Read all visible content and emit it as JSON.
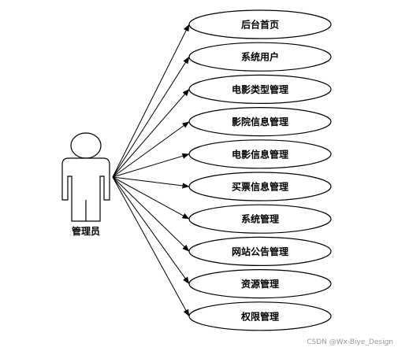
{
  "actor": {
    "label": "管理员"
  },
  "use_cases": [
    "后台首页",
    "系统用户",
    "电影类型管理",
    "影院信息管理",
    "电影信息管理",
    "买票信息管理",
    "系统管理",
    "网站公告管理",
    "资源管理",
    "权限管理"
  ],
  "watermark": "CSDN @Wx-Biye_Design",
  "colors": {
    "stroke": "#000000",
    "watermark": "#9a9a9a"
  }
}
